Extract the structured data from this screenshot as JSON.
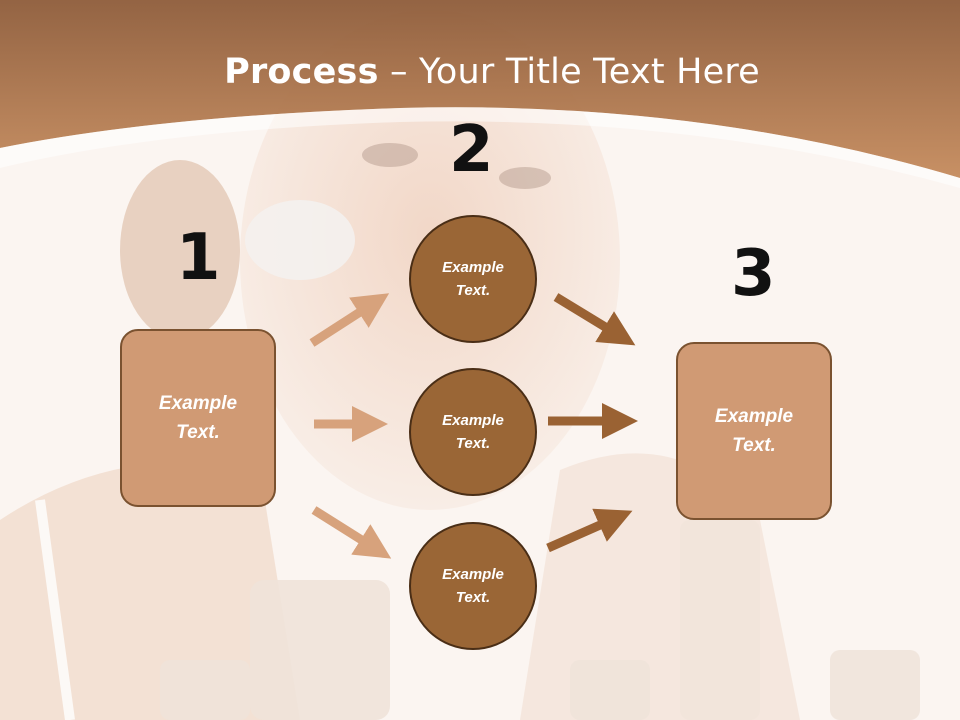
{
  "title": {
    "bold": "Process",
    "rest": " – Your Title Text Here"
  },
  "steps": {
    "one": "1",
    "two": "2",
    "three": "3"
  },
  "left_box": {
    "text": "Example\nText."
  },
  "right_box": {
    "text": "Example\nText."
  },
  "circles": [
    {
      "text": "Example\nText."
    },
    {
      "text": "Example\nText."
    },
    {
      "text": "Example\nText."
    }
  ],
  "colors": {
    "header": "#c08559",
    "box": "#d09a74",
    "circle": "#9a6636",
    "arrow_light": "#d7a27c",
    "arrow_dark": "#9a6233"
  }
}
